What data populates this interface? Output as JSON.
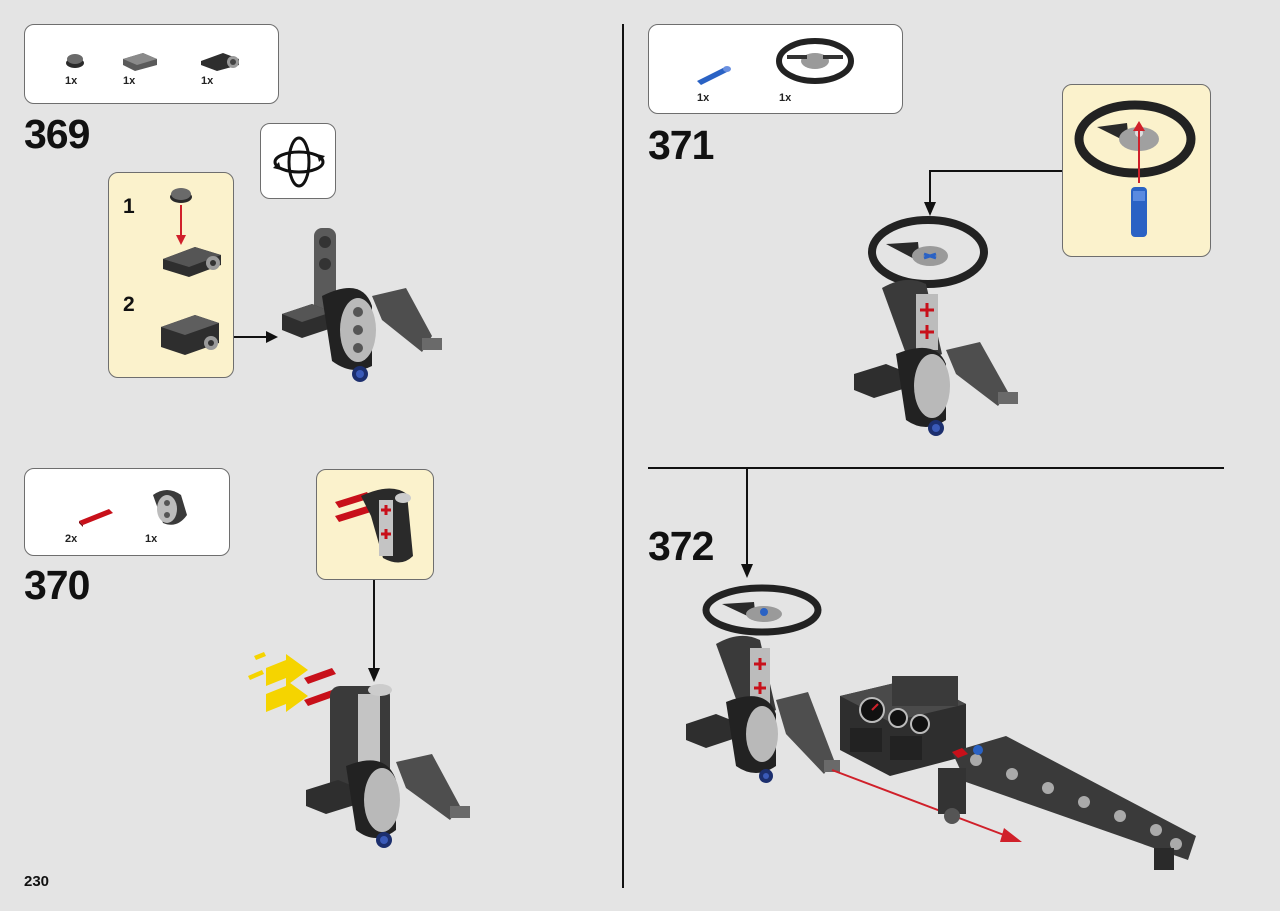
{
  "page_number": "230",
  "steps": [
    {
      "number": "369",
      "parts": [
        {
          "qty": "1x",
          "icon": "round-plate-part-icon"
        },
        {
          "qty": "1x",
          "icon": "curved-slope-part-icon"
        },
        {
          "qty": "1x",
          "icon": "plate-with-pin-hole-part-icon"
        }
      ],
      "substeps": [
        "1",
        "2"
      ],
      "rotate_hint": "rotate-model-icon"
    },
    {
      "number": "370",
      "parts": [
        {
          "qty": "2x",
          "icon": "red-axle-pin-part-icon"
        },
        {
          "qty": "1x",
          "icon": "beam-connector-part-icon"
        }
      ]
    },
    {
      "number": "371",
      "parts": [
        {
          "qty": "1x",
          "icon": "blue-axle-pin-part-icon"
        },
        {
          "qty": "1x",
          "icon": "steering-wheel-part-icon"
        }
      ]
    },
    {
      "number": "372",
      "parts": []
    }
  ],
  "colors": {
    "background": "#e4e4e4",
    "callout": "#fbf2cc",
    "dark_part": "#3a3a3a",
    "red_part": "#c8101a",
    "blue_part": "#2a62c4",
    "yellow_arrow": "#f5d400",
    "red_arrow": "#d0202a"
  }
}
